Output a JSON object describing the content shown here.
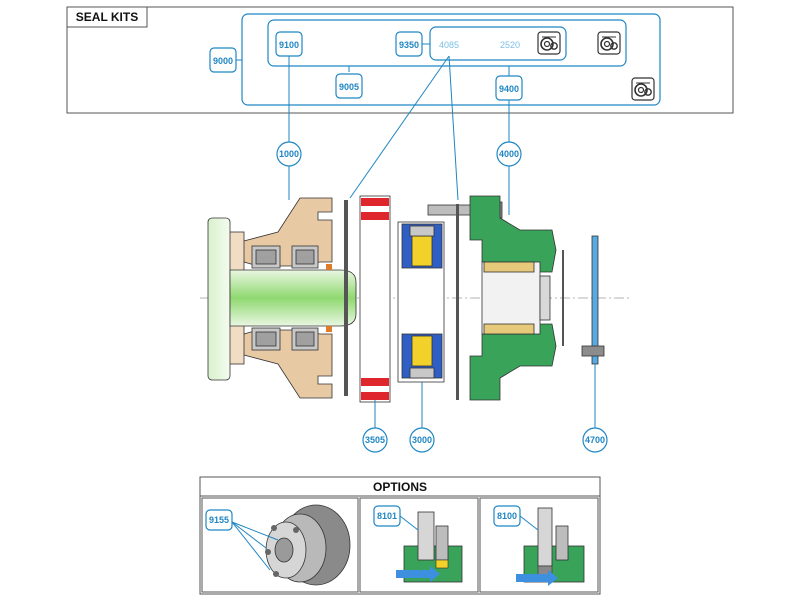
{
  "seal_kits": {
    "title": "SEAL KITS"
  },
  "options": {
    "title": "OPTIONS"
  },
  "tags": {
    "t9000": "9000",
    "t9005": "9005",
    "t9100": "9100",
    "t9350": "9350",
    "t4085": "4085",
    "t2520": "2520",
    "t9400": "9400",
    "t1000": "1000",
    "t4000": "4000",
    "t3505": "3505",
    "t3000": "3000",
    "t4700": "4700",
    "t9155": "9155",
    "t8101": "8101",
    "t8100": "8100"
  },
  "colors": {
    "accent": "#1f86c3",
    "hub_beige": "#e7c9a4",
    "shaft_green": "#a8df8c",
    "housing_green": "#3aa35a",
    "bearing_blue": "#2f5fc4",
    "bearing_yellow": "#f2d22a",
    "seal_red": "#e0262d",
    "arrow_blue": "#3d8fe0"
  }
}
